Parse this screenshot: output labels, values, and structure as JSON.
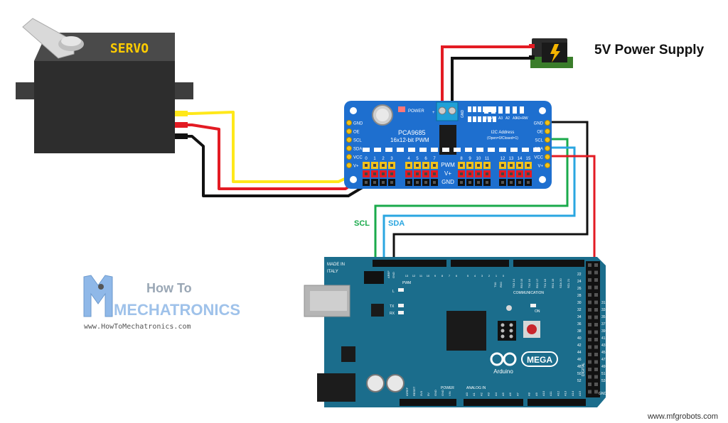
{
  "labels": {
    "power_supply": "5V Power Supply",
    "scl": "SCL",
    "sda": "SDA",
    "watermark": "www.mfgrobots.com"
  },
  "servo": {
    "label": "SERVO"
  },
  "pca9685": {
    "name": "PCA9685",
    "subtitle": "16x12-bit PWM",
    "power_led": "POWER",
    "left_pins": [
      "GND",
      "OE",
      "SCL",
      "SDA",
      "VCC",
      "V+"
    ],
    "right_pins": [
      "GND",
      "OE",
      "SCL",
      "SDA",
      "VCC",
      "V+"
    ],
    "address_labels": [
      "A5",
      "A4",
      "A3",
      "A2",
      "A1",
      "A0+RW"
    ],
    "address_title": "I2C Address",
    "address_sub": "(Open=0/Closed=1)",
    "channel_numbers": [
      "0",
      "1",
      "2",
      "3",
      "4",
      "5",
      "6",
      "7",
      "8",
      "9",
      "10",
      "11",
      "12",
      "13",
      "14",
      "15"
    ],
    "row_pwm": "PWM",
    "row_vplus": "V+",
    "row_gnd": "GND",
    "terminal_plus": "+",
    "terminal_gnd": "GND"
  },
  "arduino": {
    "made_in": "MADE IN",
    "italy": "ITALY",
    "aref": "AREF",
    "gnd": "GND",
    "pwm": "PWM",
    "l": "L",
    "tx": "TX",
    "rx": "RX",
    "on": "ON",
    "communication": "COMMUNICATION",
    "tx0": "TX0",
    "rx0": "RX0",
    "comm_pins": [
      "TX3 14",
      "RX3 15",
      "TX2 16",
      "RX2 17",
      "TX1 18",
      "RX1 19",
      "SDA 20",
      "SCL 21"
    ],
    "power": "POWER",
    "power_pins": [
      "IOREF",
      "RESET",
      "3V3",
      "5V",
      "GND",
      "GND",
      "VIN"
    ],
    "analog_in": "ANALOG IN",
    "analog_pins": [
      "A0",
      "A1",
      "A2",
      "A3",
      "A4",
      "A5",
      "A6",
      "A7",
      "A8",
      "A9",
      "A10",
      "A11",
      "A12",
      "A13",
      "A14",
      "A15"
    ],
    "brand": "Arduino",
    "model": "MEGA",
    "digital": "DIGITAL",
    "gnd_bottom": "GND",
    "digital_left": [
      "22",
      "24",
      "26",
      "28",
      "30",
      "32",
      "34",
      "36",
      "38",
      "40",
      "42",
      "44",
      "46",
      "48",
      "50",
      "52"
    ],
    "digital_right": [
      "31",
      "33",
      "35",
      "37",
      "39",
      "41",
      "43",
      "45",
      "47",
      "49",
      "51",
      "53"
    ],
    "top_pins": [
      "13",
      "12",
      "11",
      "10",
      "9",
      "8",
      "7",
      "6",
      "5",
      "4",
      "3",
      "2",
      "1",
      "0"
    ]
  },
  "logo": {
    "line1": "How To",
    "line2": "MECHATRONICS",
    "url": "www.HowToMechatronics.com"
  },
  "colors": {
    "board_blue": "#1e6fcf",
    "arduino_teal": "#1b6d8c",
    "wire_red": "#e31b23",
    "wire_black": "#111111",
    "wire_yellow": "#ffe81a",
    "wire_green": "#1aaa4b",
    "wire_blue": "#2aa6e0"
  }
}
